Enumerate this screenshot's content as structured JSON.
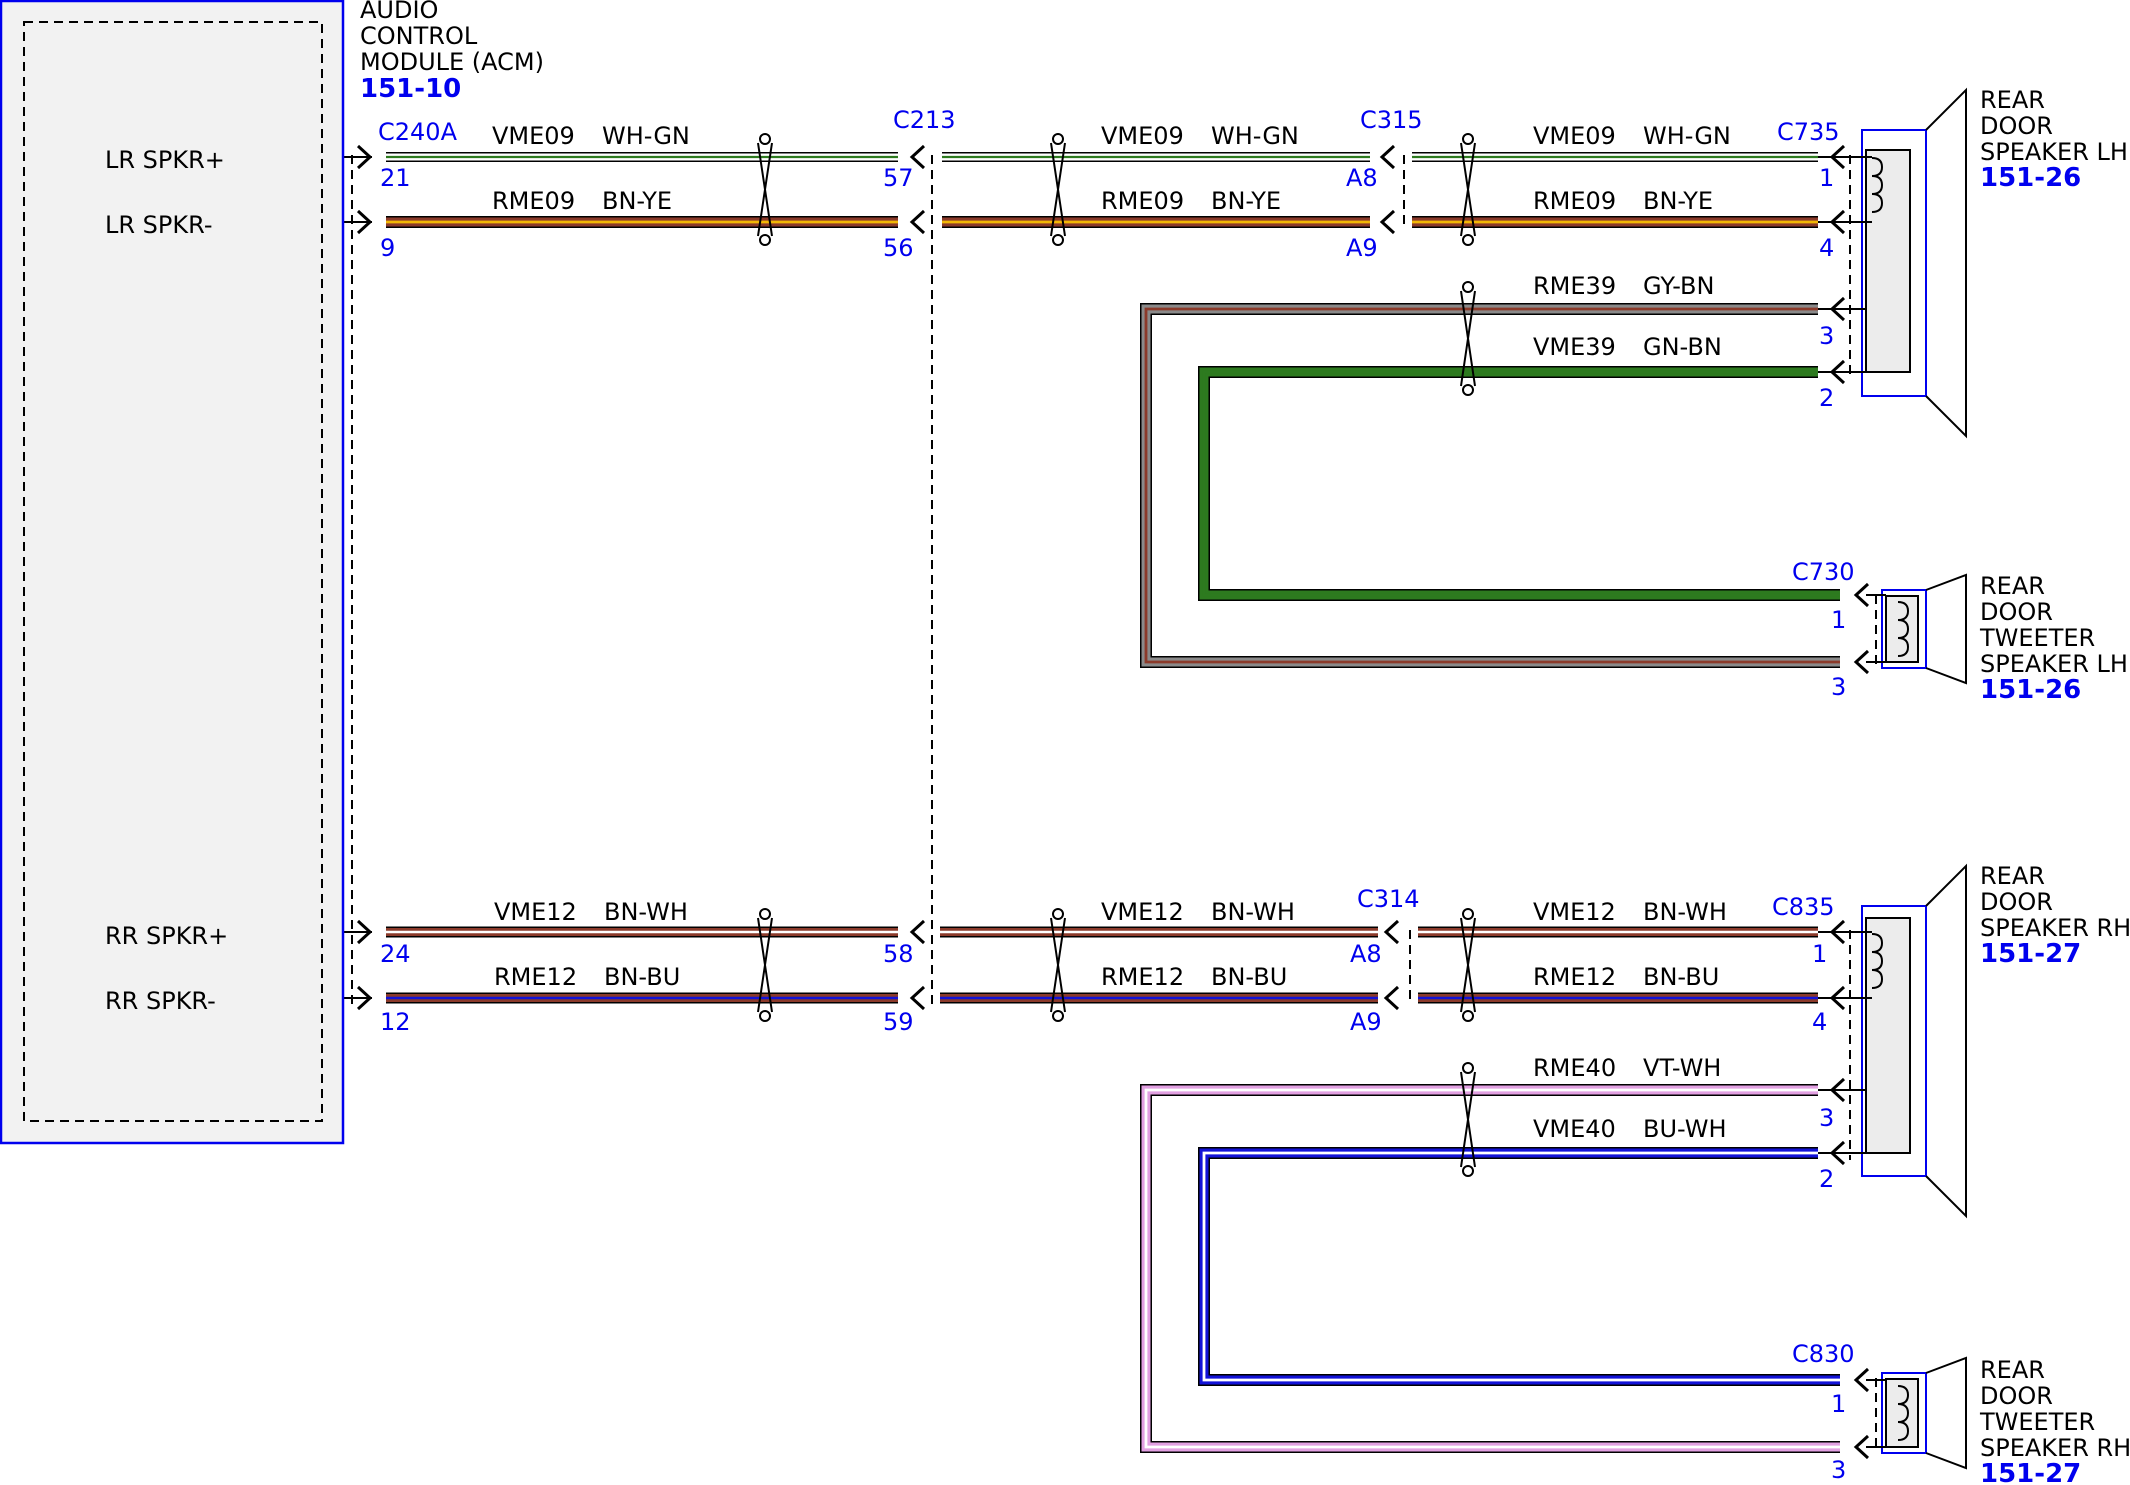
{
  "colors": {
    "blue": "#0000ee",
    "WH": "#ffffff",
    "GN": "#2d7a1f",
    "BN": "#8b3a2a",
    "YE": "#f2b705",
    "GY": "#8a8a8a",
    "BU": "#1212d8",
    "VT": "#e2a0e2",
    "outline": "#000000"
  },
  "module": {
    "title_lines": [
      "AUDIO",
      "CONTROL",
      "MODULE (ACM)"
    ],
    "ref": "151-10",
    "pins": [
      "LR SPKR+",
      "LR SPKR-",
      "RR SPKR+",
      "RR SPKR-"
    ]
  },
  "connectors": [
    "C240A",
    "C213",
    "C315",
    "C735",
    "C730",
    "C314",
    "C835",
    "C830"
  ],
  "pins": {
    "c240a": [
      "21",
      "9",
      "24",
      "12"
    ],
    "c213": [
      "57",
      "56",
      "58",
      "59"
    ],
    "c315": [
      "A8",
      "A9"
    ],
    "c314": [
      "A8",
      "A9"
    ],
    "c735": [
      "1",
      "4",
      "3",
      "2"
    ],
    "c730": [
      "1",
      "3"
    ],
    "c835": [
      "1",
      "4",
      "3",
      "2"
    ],
    "c830": [
      "1",
      "3"
    ]
  },
  "wires": [
    {
      "circuit": "VME09",
      "color": "WH-GN"
    },
    {
      "circuit": "RME09",
      "color": "BN-YE"
    },
    {
      "circuit": "RME39",
      "color": "GY-BN"
    },
    {
      "circuit": "VME39",
      "color": "GN-BN"
    },
    {
      "circuit": "VME12",
      "color": "BN-WH"
    },
    {
      "circuit": "RME12",
      "color": "BN-BU"
    },
    {
      "circuit": "RME40",
      "color": "VT-WH"
    },
    {
      "circuit": "VME40",
      "color": "BU-WH"
    }
  ],
  "components": [
    {
      "lines": [
        "REAR",
        "DOOR",
        "SPEAKER LH"
      ],
      "ref": "151-26"
    },
    {
      "lines": [
        "REAR",
        "DOOR",
        "TWEETER",
        "SPEAKER LH"
      ],
      "ref": "151-26"
    },
    {
      "lines": [
        "REAR",
        "DOOR",
        "SPEAKER RH"
      ],
      "ref": "151-27"
    },
    {
      "lines": [
        "REAR",
        "DOOR",
        "TWEETER",
        "SPEAKER RH"
      ],
      "ref": "151-27"
    }
  ]
}
